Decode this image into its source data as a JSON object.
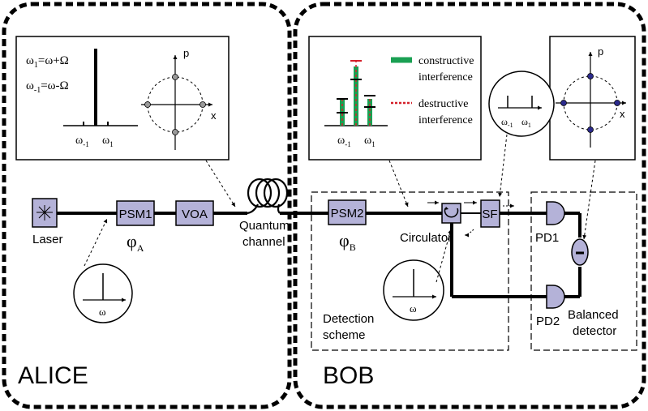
{
  "alice": {
    "title": "ALICE",
    "laser_label": "Laser",
    "psm1_label": "PSM1",
    "voa_label": "VOA",
    "phi_a": "φ",
    "phi_a_sub": "A",
    "inset": {
      "eq1": "ω",
      "eq1_sub": "1",
      "eq1_rhs": "=ω+Ω",
      "eq2": "ω",
      "eq2_sub": "-1",
      "eq2_rhs": "=ω-Ω",
      "tick_left": "ω",
      "tick_left_sub": "-1",
      "tick_right": "ω",
      "tick_right_sub": "1",
      "axis_p": "p",
      "axis_x": "x"
    },
    "spectrum_label": "ω"
  },
  "channel": {
    "line1": "Quantum",
    "line2": "channel"
  },
  "bob": {
    "title": "BOB",
    "psm2_label": "PSM2",
    "phi_b": "φ",
    "phi_b_sub": "B",
    "circulator_label": "Circulator",
    "sf_label": "SF",
    "pd1_label": "PD1",
    "pd2_label": "PD2",
    "minus_label": "-",
    "detection_line1": "Detection",
    "detection_line2": "scheme",
    "balanced_line1": "Balanced",
    "balanced_line2": "detector",
    "spectrum_label": "ω",
    "inset": {
      "legend_constructive_1": "constructive",
      "legend_constructive_2": "interference",
      "legend_destructive_1": "destructive",
      "legend_destructive_2": "interference",
      "tick_left": "ω",
      "tick_left_sub": "-1",
      "tick_right": "ω",
      "tick_right_sub": "1",
      "axis_p": "p",
      "axis_x": "x"
    },
    "filter_circle": {
      "tick_left": "ω",
      "tick_left_sub": "-1",
      "tick_right": "ω",
      "tick_right_sub": "1"
    }
  },
  "colors": {
    "component_fill": "#b4b2d8",
    "constructive": "#1aa053",
    "destructive": "#d4202a",
    "dot_alice": "#9a9a9a",
    "dot_bob": "#2b2a8c"
  }
}
